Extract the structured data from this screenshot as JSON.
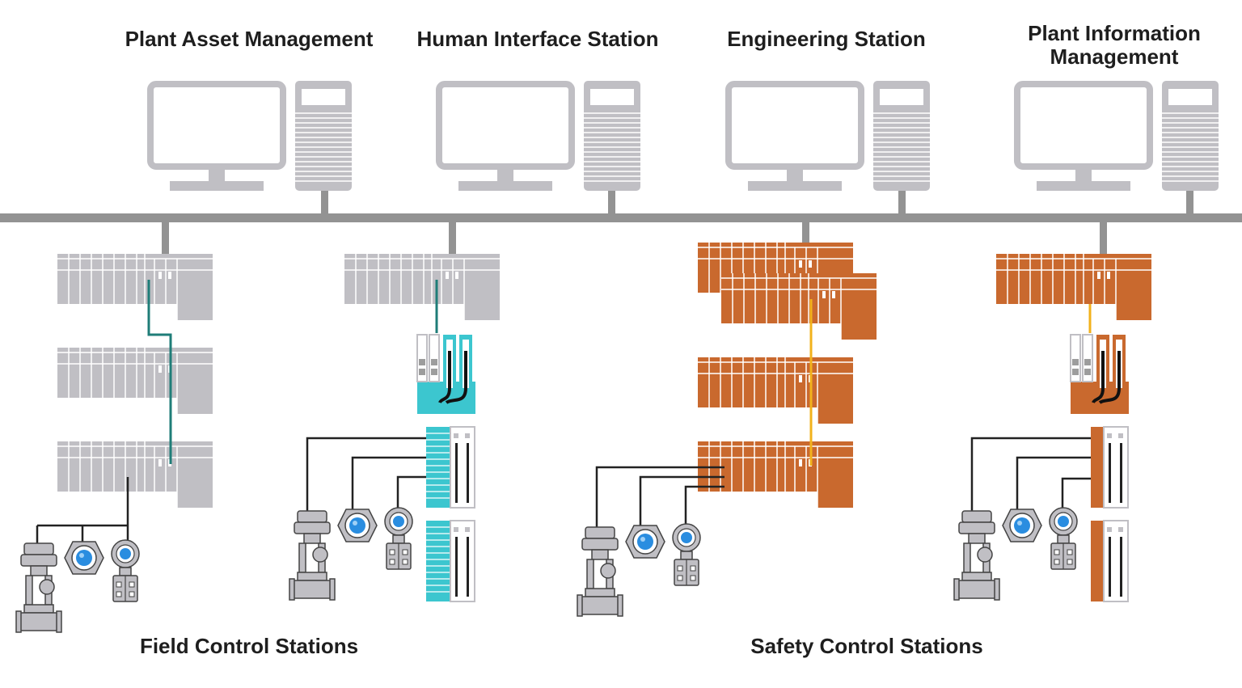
{
  "headers": {
    "plant_asset": "Plant Asset Management",
    "human_interface": "Human Interface Station",
    "engineering": "Engineering Station",
    "plant_info_line1": "Plant Information",
    "plant_info_line2": "Management"
  },
  "footers": {
    "field_control": "Field Control Stations",
    "safety_control": "Safety Control Stations"
  },
  "colors": {
    "equipment_gray": "#c0bfc4",
    "bus_gray": "#939393",
    "safety_orange": "#c9692e",
    "accent_teal": "#3cc6cf",
    "link_teal": "#1f7d78",
    "link_yellow": "#f2b21c",
    "field_blue": "#2a8de0",
    "wire_dark": "#222222"
  },
  "icons": [
    "monitor-icon",
    "tower-pc-icon",
    "controller-rack-icon",
    "io-module-icon",
    "control-valve-icon",
    "flow-meter-icon",
    "pressure-transmitter-icon"
  ]
}
